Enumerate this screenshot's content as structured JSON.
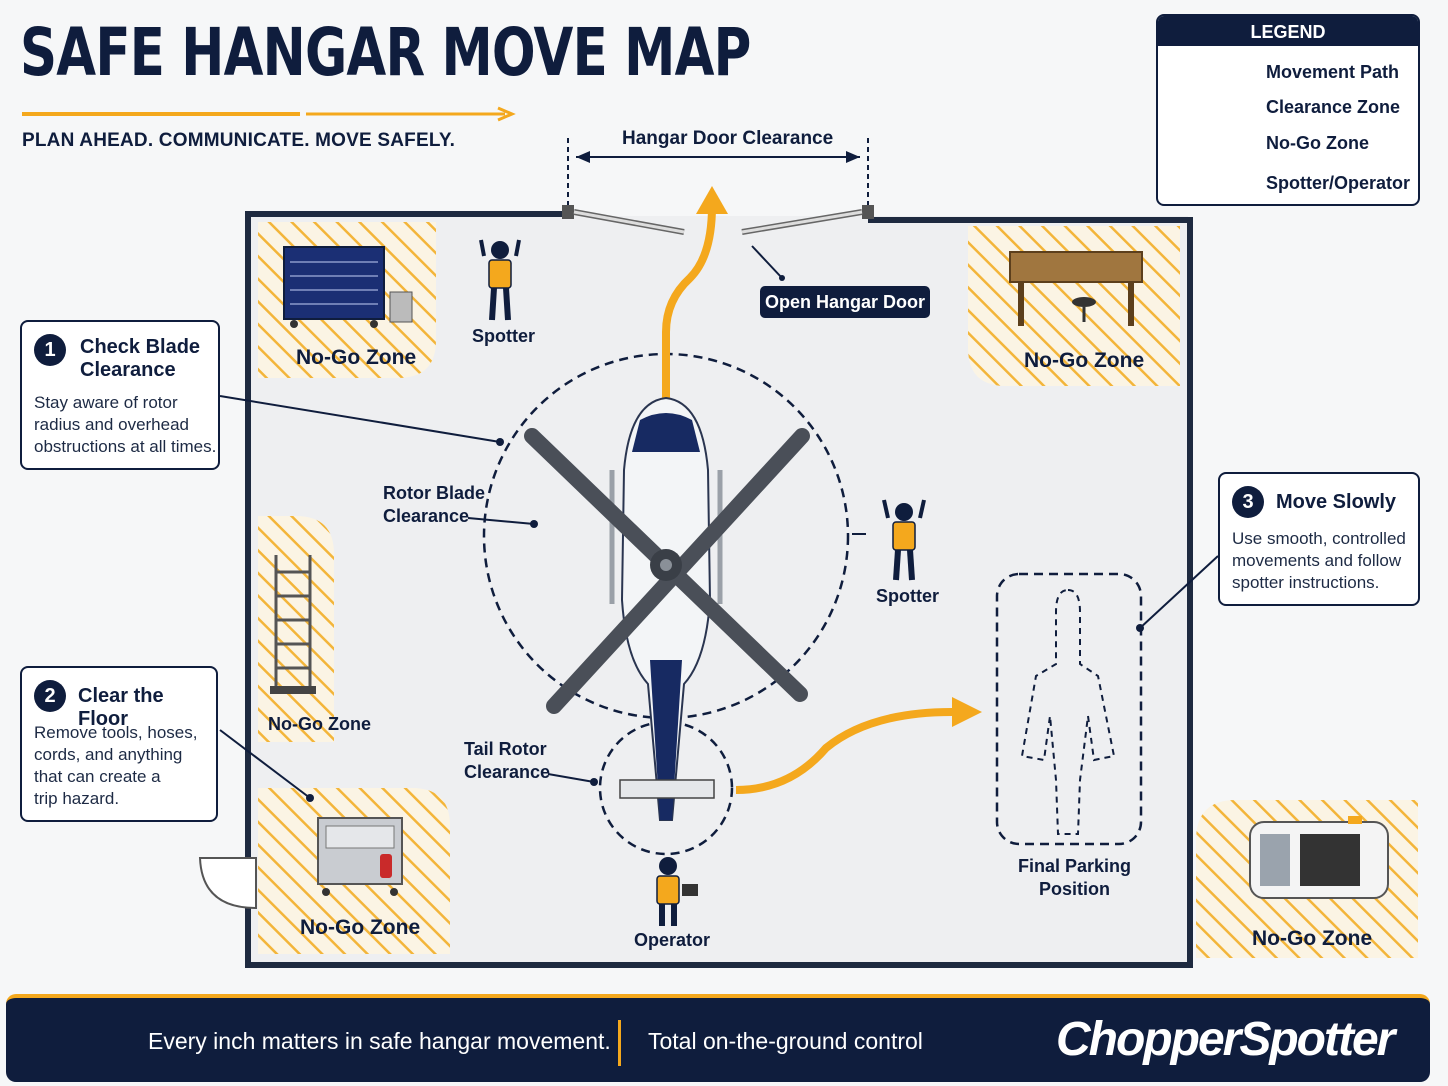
{
  "header": {
    "title": "SAFE HANGAR MOVE MAP",
    "tagline": "PLAN AHEAD. COMMUNICATE. MOVE SAFELY."
  },
  "legend": {
    "title": "LEGEND",
    "items": [
      {
        "label": "Movement Path",
        "icon": "orange-arrow-icon"
      },
      {
        "label": "Clearance Zone",
        "icon": "dashed-line-icon"
      },
      {
        "label": "No-Go Zone",
        "icon": "hatched-box-icon"
      },
      {
        "label": "Spotter/Operator",
        "icon": "person-icon"
      }
    ]
  },
  "callouts": [
    {
      "number": "1",
      "title_line1": "Check Blade",
      "title_line2": "Clearance",
      "body": [
        "Stay aware of rotor",
        "radius and overhead",
        "obstructions at all times."
      ]
    },
    {
      "number": "2",
      "title_line1": "Clear the Floor",
      "body": [
        "Remove tools, hoses,",
        "cords, and anything",
        "that can create a",
        "trip hazard."
      ]
    },
    {
      "number": "3",
      "title_line1": "Move Slowly",
      "body": [
        "Use smooth, controlled",
        "movements and follow",
        "spotter instructions."
      ]
    }
  ],
  "map_labels": {
    "hangar_door_clearance": "Hangar Door Clearance",
    "open_hangar_door": "Open Hangar Door",
    "no_go_zone": "No-Go Zone",
    "spotter": "Spotter",
    "operator": "Operator",
    "rotor_blade_clearance": [
      "Rotor Blade",
      "Clearance"
    ],
    "tail_rotor_clearance": [
      "Tail Rotor",
      "Clearance"
    ],
    "final_parking_position": [
      "Final Parking",
      "Position"
    ]
  },
  "footer": {
    "slogan": "Every inch matters in safe hangar movement.",
    "tagline": "Total on-the-ground control",
    "brand": "ChopperSpotter",
    "icon": "shield-check-icon"
  },
  "colors": {
    "navy": "#0f1d3d",
    "accent_orange": "#f4a81d",
    "floor": "#eeeff1",
    "hatch": "#f3b53a"
  }
}
